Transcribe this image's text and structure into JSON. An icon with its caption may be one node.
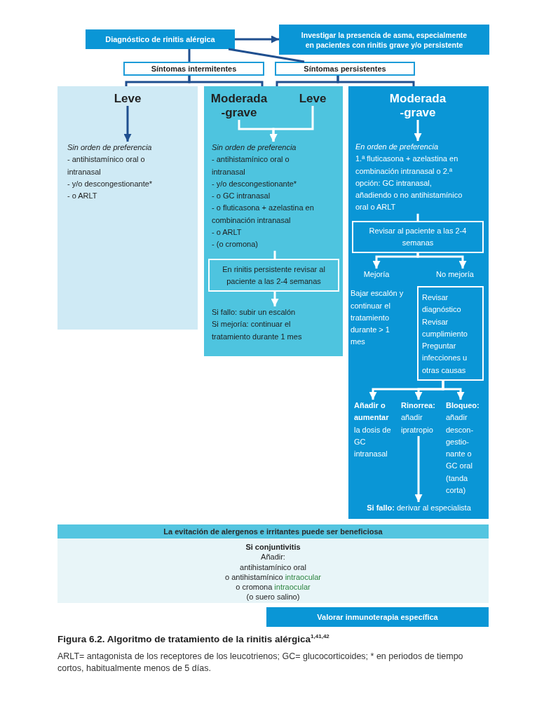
{
  "diagram": {
    "title": "Figura 6.2. Algoritmo de tratamiento de la rinitis alérgica$^{1,41,42}$",
    "caption": "ARLT= antagonista de los receptores de los leucotrienos; GC= glucocorticoides; * en periodos de tiempo cortos, habitualmente menos de 5 días.",
    "nodes": [
      {
        "text": [
          "Diagnóstico de rinitis alérgica"
        ]
      },
      {
        "text": [
          "Investigar la presencia de asma, especialmente en pacientes con rinitis grave y/o persistente"
        ]
      },
      {
        "text": [
          "Síntomas intermitentes"
        ]
      },
      {
        "text": [
          "Síntomas persistentes"
        ]
      },
      {
        "text": [],
        "shape": "box"
      },
      {
        "text": [
          "Leve"
        ],
        "in": 4
      },
      {
        "text": [
          "Sin orden de preferencia",
          "- antihistamínico oral o intranasal",
          "- y/o descongestionante*",
          "- o ARLT"
        ],
        "in": 4
      },
      {
        "text": [],
        "shape": "box"
      },
      {
        "text": [
          "Moderada -grave"
        ],
        "in": 7
      },
      {
        "text": [
          "Leve"
        ],
        "in": 7
      },
      {
        "text": [
          "Sin orden de preferencia",
          "- antihistamínico oral o intranasal",
          "- y/o descongestionante*",
          "- o GC intranasal",
          "- o fluticasona + azelastina en combinación intranasal",
          "- o ARLT",
          "- (o cromona)"
        ],
        "in": 7
      },
      {
        "text": [
          "En rinitis persistente revisar al paciente a las 2-4 semanas"
        ],
        "in": 7
      },
      {
        "text": [
          "Si fallo: subir un escalón",
          "Si mejoría: continuar el tratamiento durante 1 mes"
        ],
        "in": 7
      },
      {
        "text": [],
        "shape": "box"
      },
      {
        "text": [
          "Moderada -grave"
        ],
        "in": 13
      },
      {
        "text": [
          "En orden de preferencia",
          "1.ª fluticasona + azelastina en combinación intranasal o 2.ª opción: GC intranasal, añadiendo o no antihistamínico oral o ARLT"
        ],
        "in": 13
      },
      {
        "text": [
          "Revisar al paciente a las 2-4 semanas"
        ],
        "in": 13
      },
      {
        "text": [
          "Mejoría",
          "Bajar escalón y continuar el tratamiento durante > 1 mes"
        ],
        "in": 13
      },
      {
        "text": [
          "No mejoría"
        ],
        "in": 13
      },
      {
        "text": [
          "Revisar diagnóstico",
          "Revisar cumplimiento",
          "Preguntar infecciones u otras causas"
        ],
        "in": 13
      },
      {
        "text": [
          "**Añadir o aumentar** la dosis de GC intranasal"
        ],
        "in": 13
      },
      {
        "text": [
          "**Rinorrea:** añadir ipratropio"
        ],
        "in": 13
      },
      {
        "text": [
          "**Bloqueo:** añadir descon-gestio-nante o GC oral (tanda corta)"
        ],
        "in": 13
      },
      {
        "text": [
          "**Si fallo:** derivar al especialista"
        ],
        "in": 13
      },
      {
        "text": [
          "La evitación de alergenos e irritantes puede ser beneficiosa"
        ]
      },
      {
        "text": [
          "Si conjuntivitis",
          "Añadir:",
          "antihistamínico oral",
          "o antihistamínico intraocular",
          "o cromona intraocular",
          "(o suero salino)"
        ]
      },
      {
        "text": [
          "Valorar inmunoterapia específica"
        ]
      }
    ],
    "edges": [
      {
        "from": 0,
        "to": 1,
        "arrow": "to",
        "color": "#1f4f8f"
      },
      {
        "from": 0,
        "to": 2,
        "arrow": "none",
        "color": "#1f4f8f"
      },
      {
        "from": 0,
        "to": 3,
        "arrow": "none",
        "color": "#1f4f8f"
      },
      {
        "from": 2,
        "to": 4,
        "arrow": "none",
        "color": "#1f4f8f"
      },
      {
        "from": 2,
        "to": 7,
        "arrow": "none",
        "color": "#1f4f8f"
      },
      {
        "from": 3,
        "to": 7,
        "arrow": "none",
        "color": "#1f4f8f"
      },
      {
        "from": 3,
        "to": 13,
        "arrow": "none",
        "color": "#1f4f8f"
      },
      {
        "from": 5,
        "to": 6,
        "arrow": "to",
        "color": "#1f4f8f"
      },
      {
        "from": 8,
        "to": 10,
        "arrow": "to"
      },
      {
        "from": 9,
        "to": 10,
        "arrow": "to"
      },
      {
        "from": 10,
        "to": 11,
        "arrow": "none"
      },
      {
        "from": 11,
        "to": 12,
        "arrow": "to"
      },
      {
        "from": 14,
        "to": 15,
        "arrow": "to"
      },
      {
        "from": 15,
        "to": 16,
        "arrow": "none"
      },
      {
        "from": 16,
        "to": 17,
        "arrow": "to"
      },
      {
        "from": 16,
        "to": 18,
        "arrow": "to"
      },
      {
        "from": 19,
        "to": 20,
        "arrow": "to"
      },
      {
        "from": 19,
        "to": 21,
        "arrow": "to"
      },
      {
        "from": 19,
        "to": 22,
        "arrow": "to"
      },
      {
        "from": 21,
        "to": 23,
        "arrow": "to"
      }
    ]
  }
}
